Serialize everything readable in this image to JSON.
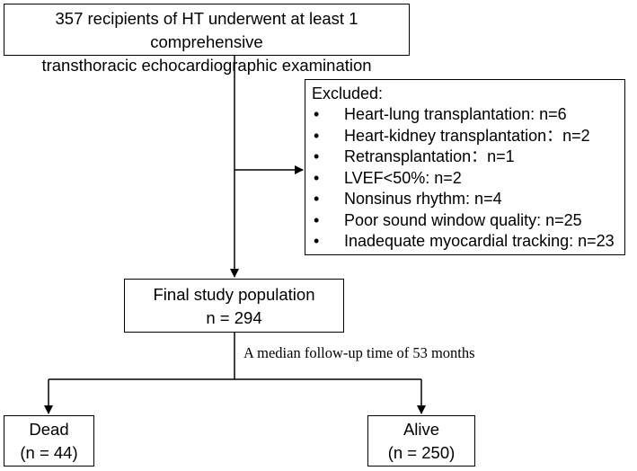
{
  "top_box": {
    "line1": "357 recipients of HT underwent at least 1 comprehensive",
    "line2": "transthoracic echocardiographic examination"
  },
  "excluded": {
    "title": "Excluded:",
    "bullet": "•",
    "items": [
      "Heart-lung transplantation: n=6",
      "Heart-kidney transplantation：n=2",
      "Retransplantation：n=1",
      "LVEF<50%: n=2",
      "Nonsinus rhythm: n=4",
      "Poor sound window quality: n=25",
      "Inadequate myocardial tracking: n=23"
    ]
  },
  "final_box": {
    "line1": "Final study population",
    "line2": "n = 294"
  },
  "followup_label": "A median follow-up time of 53 months",
  "dead_box": {
    "line1": "Dead",
    "line2": "(n = 44)"
  },
  "alive_box": {
    "line1": "Alive",
    "line2": "(n = 250)"
  }
}
